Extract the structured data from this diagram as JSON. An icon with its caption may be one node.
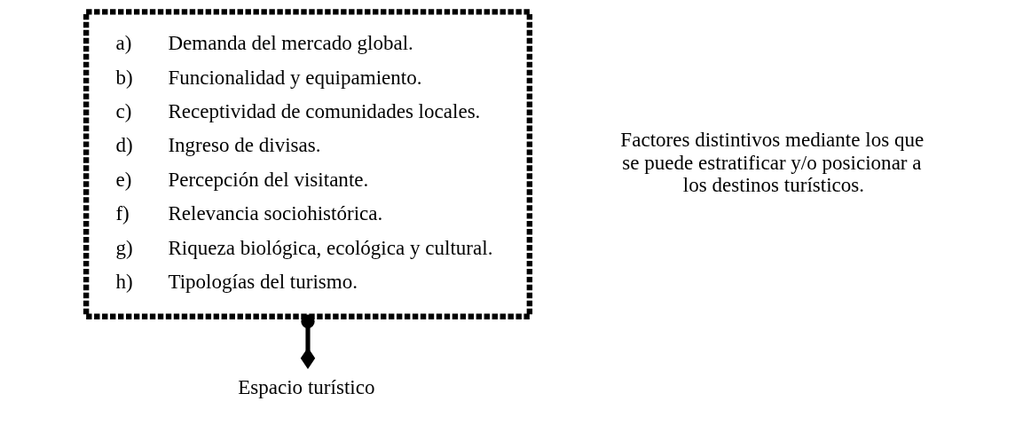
{
  "diagram": {
    "nodes": [
      {
        "text": [
          "a)\tDemanda del mercado global.",
          "b)\tFuncionalidad y equipamiento.",
          "c)\tReceptividad de comunidades locales.",
          "d)\tIngreso de divisas.",
          "e)\tPercepción del visitante.",
          "f)\tRelevancia sociohistórica.",
          "g)\tRiqueza biológica, ecológica y cultural.",
          "h)\tTipologías del turismo."
        ]
      },
      {
        "text": [
          "Espacio turístico"
        ]
      }
    ],
    "edges": [
      {
        "from": 1,
        "to": 0,
        "arrow": "other"
      }
    ],
    "labels": [
      "Factores distintivos mediante los que se puede estratificar y/o posicionar a los destinos turísticos."
    ]
  }
}
